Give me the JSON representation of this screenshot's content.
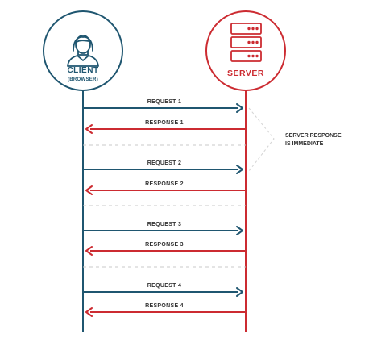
{
  "client": {
    "title": "CLIENT",
    "subtitle": "(BROWSER)",
    "icon": "user-icon",
    "color": "#1f5670"
  },
  "server": {
    "title": "SERVER",
    "icon": "server-rack-icon",
    "color": "#cc2b31"
  },
  "messages": [
    {
      "label": "REQUEST 1",
      "direction": "to-server"
    },
    {
      "label": "RESPONSE 1",
      "direction": "to-client"
    },
    {
      "label": "REQUEST 2",
      "direction": "to-server"
    },
    {
      "label": "RESPONSE 2",
      "direction": "to-client"
    },
    {
      "label": "REQUEST 3",
      "direction": "to-server"
    },
    {
      "label": "RESPONSE 3",
      "direction": "to-client"
    },
    {
      "label": "REQUEST 4",
      "direction": "to-server"
    },
    {
      "label": "RESPONSE 4",
      "direction": "to-client"
    }
  ],
  "annotation": {
    "line1": "SERVER RESPONSE",
    "line2": "IS IMMEDIATE"
  }
}
